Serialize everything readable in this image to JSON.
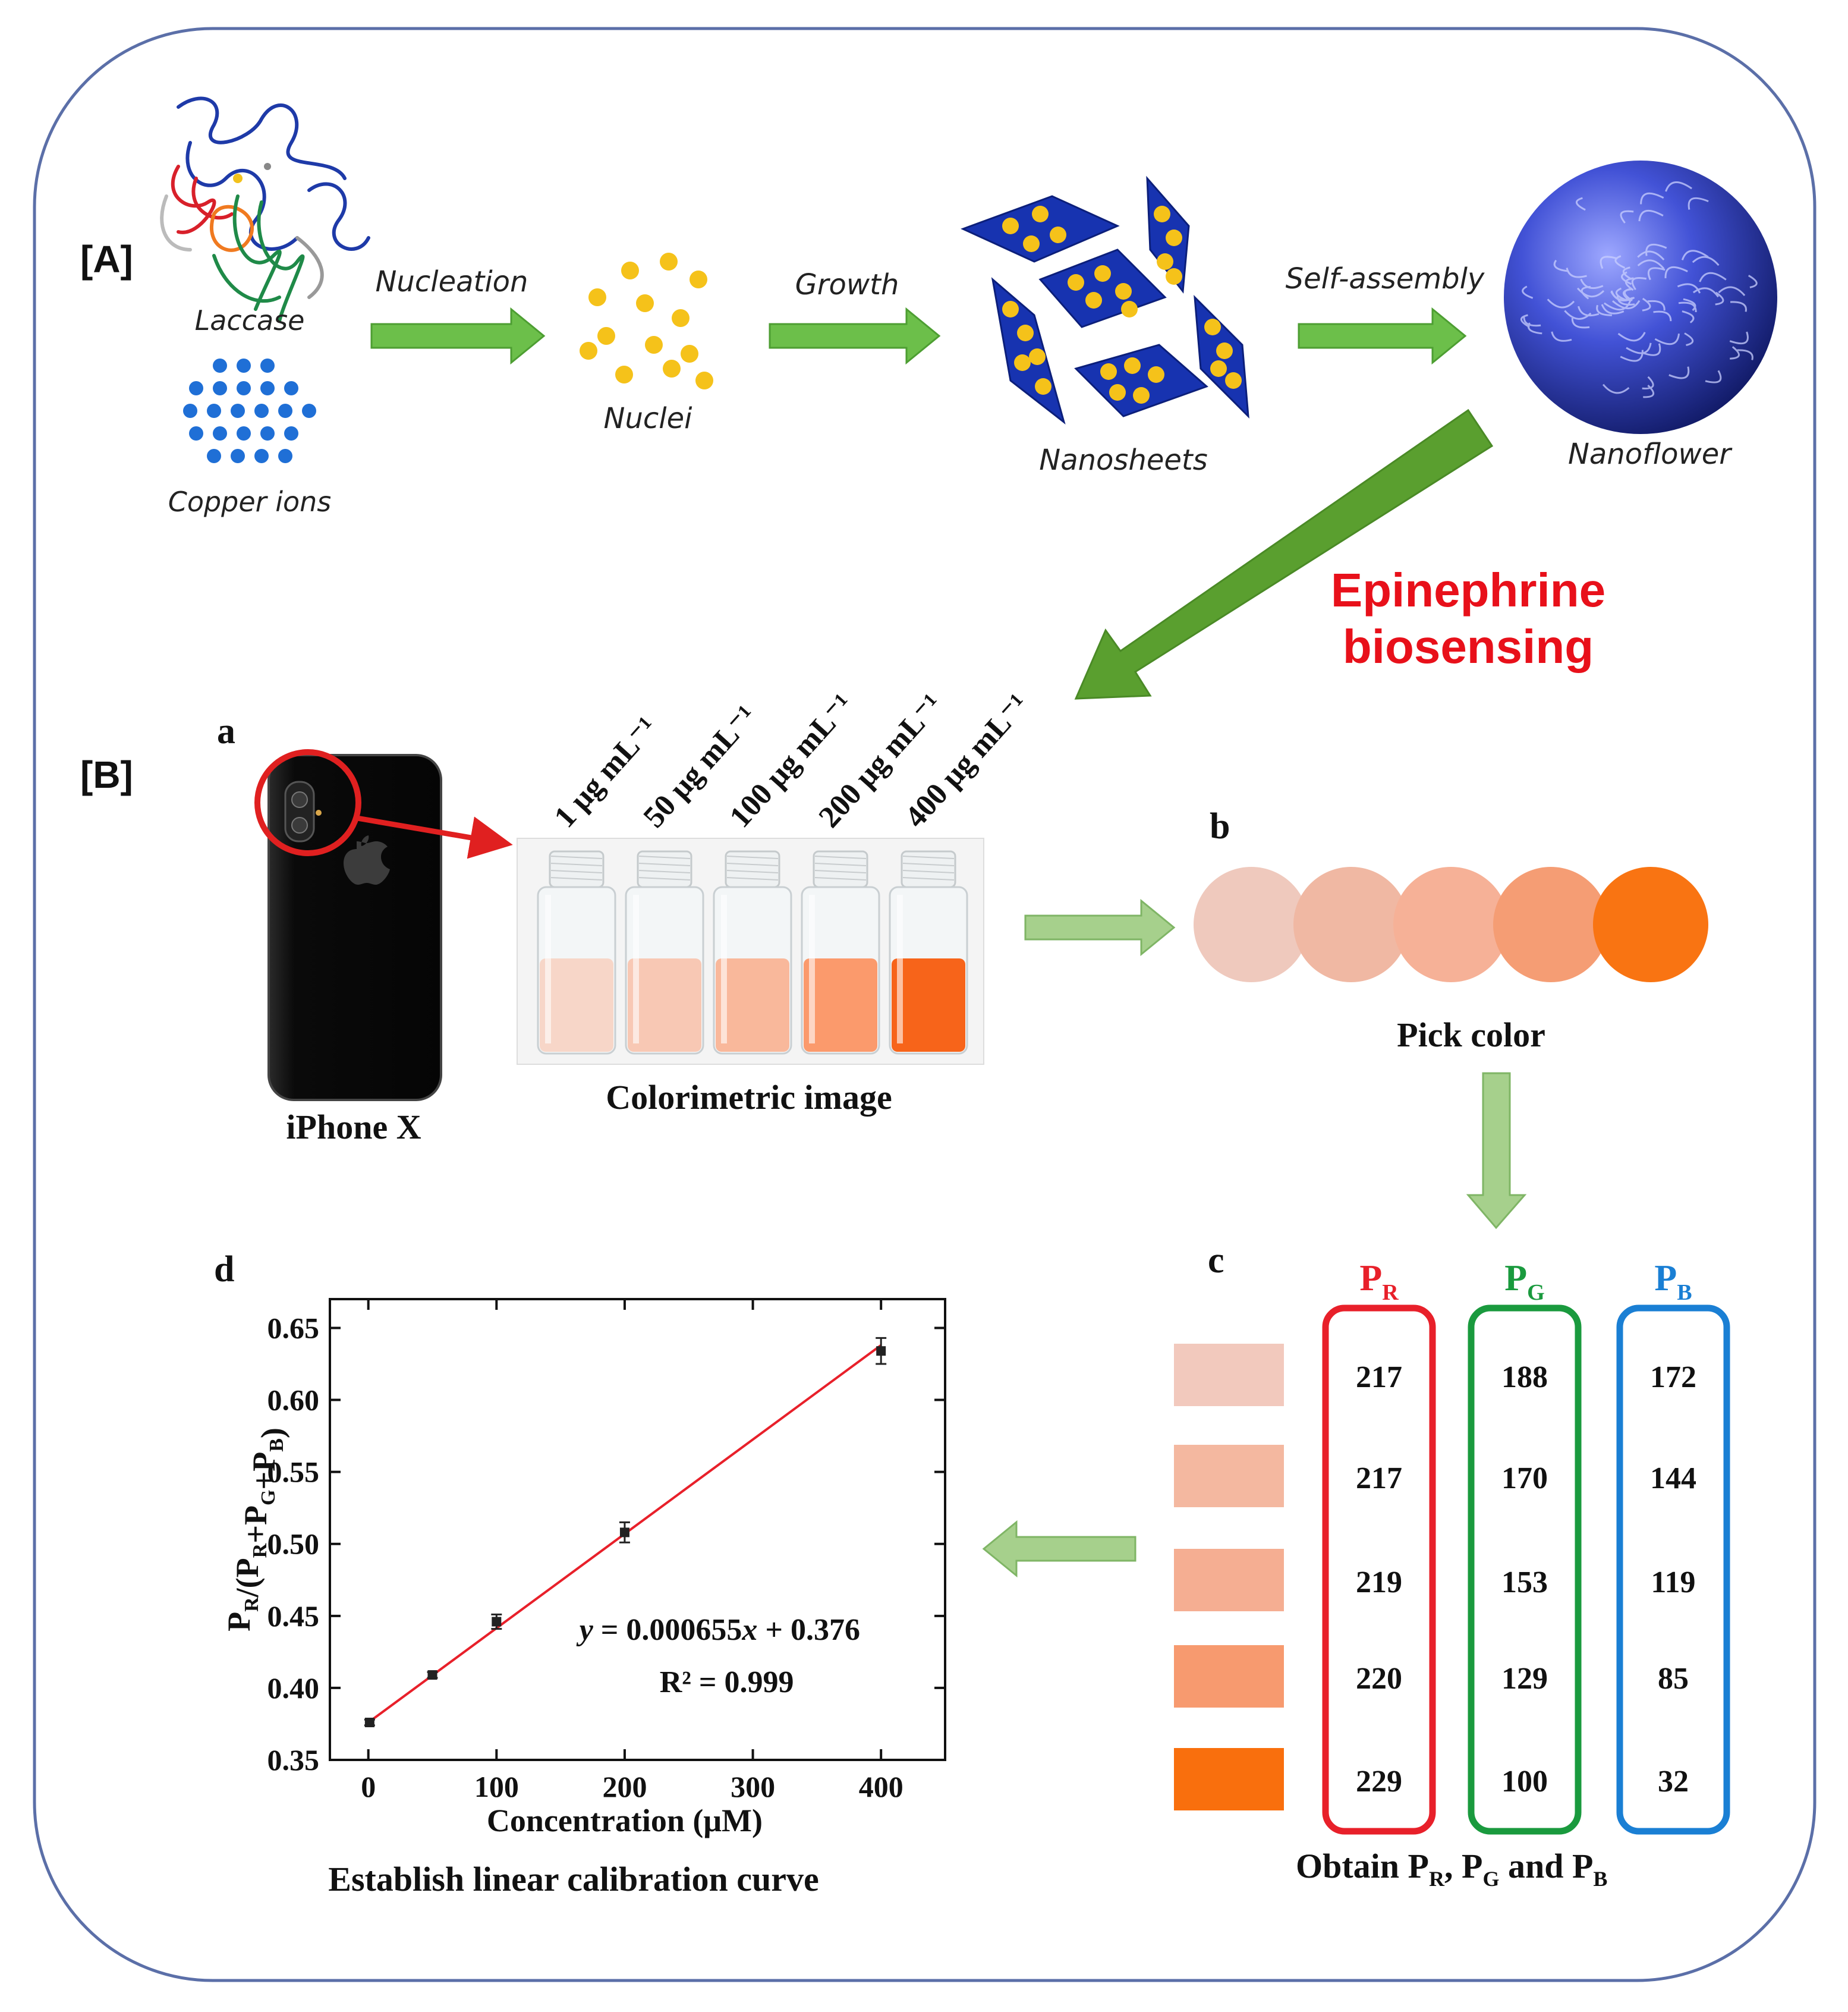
{
  "panel_A": {
    "tag": "[A]",
    "laccase_label": "Laccase",
    "copper_label": "Copper ions",
    "nucleation_label": "Nucleation",
    "nuclei_label": "Nuclei",
    "growth_label": "Growth",
    "nanosheets_label": "Nanosheets",
    "selfassembly_label": "Self-assembly",
    "nanoflower_label": "Nanoflower",
    "biosensing_line1": "Epinephrine",
    "biosensing_line2": "biosensing"
  },
  "panel_B": {
    "tag": "[B]",
    "a_letter": "a",
    "phone_label": "iPhone X",
    "vial_labels": [
      "1 μg mL⁻¹",
      "50 μg mL⁻¹",
      "100 μg mL⁻¹",
      "200 μg mL⁻¹",
      "400 μg mL⁻¹"
    ],
    "vial_colors": [
      "#f7d6c8",
      "#f8c8b4",
      "#f9b89b",
      "#fb9a6c",
      "#f7641a"
    ],
    "colorimetric_label": "Colorimetric image",
    "b_letter": "b",
    "swatch_colors": [
      "#efc9bd",
      "#f0b8a3",
      "#f6b197",
      "#f59d74",
      "#f97412"
    ],
    "pick_color_label": "Pick color",
    "c_letter": "c",
    "table_swatch_colors": [
      "#f2c9bd",
      "#f4b8a0",
      "#f5ae92",
      "#f79a6f",
      "#f96f0d"
    ],
    "col_R": {
      "main": "P",
      "sub": "R",
      "color": "#e8202a",
      "values": [
        "217",
        "217",
        "219",
        "220",
        "229"
      ]
    },
    "col_G": {
      "main": "P",
      "sub": "G",
      "color": "#1a9a3e",
      "values": [
        "188",
        "170",
        "153",
        "129",
        "100"
      ]
    },
    "col_B": {
      "main": "P",
      "sub": "B",
      "color": "#1a7fd4",
      "values": [
        "172",
        "144",
        "119",
        "85",
        "32"
      ]
    },
    "obtain_main": "Obtain P",
    "obtain_subR": "R",
    "obtain_mid1": ", P",
    "obtain_subG": "G",
    "obtain_mid2": " and P",
    "obtain_subB": "B",
    "d_letter": "d",
    "establish_label": "Establish linear calibration curve"
  },
  "chart_data": {
    "type": "scatter",
    "xlabel": "Concentration (μM)",
    "ylabel": "P_R/(P_R+P_G+P_B)",
    "xlim": [
      -30,
      450
    ],
    "ylim": [
      0.35,
      0.67
    ],
    "xticks": [
      0,
      100,
      200,
      300,
      400
    ],
    "yticks": [
      0.35,
      0.4,
      0.45,
      0.5,
      0.55,
      0.6,
      0.65
    ],
    "ytick_labels": [
      "0.35",
      "0.40",
      "0.45",
      "0.50",
      "0.55",
      "0.60",
      "0.65"
    ],
    "points": [
      {
        "x": 1,
        "y": 0.376,
        "err": 0.002
      },
      {
        "x": 50,
        "y": 0.409,
        "err": 0.002
      },
      {
        "x": 100,
        "y": 0.446,
        "err": 0.005
      },
      {
        "x": 200,
        "y": 0.508,
        "err": 0.007
      },
      {
        "x": 400,
        "y": 0.634,
        "err": 0.009
      }
    ],
    "fit": {
      "slope": 0.000655,
      "intercept": 0.376,
      "x_range": [
        0,
        400
      ]
    },
    "equation_y": "y",
    "equation_rest": " = 0.000655",
    "equation_x": "x",
    "equation_end": " + 0.376",
    "r2_label": "R² = 0.999",
    "point_color": "#222222",
    "line_color": "#e8202a"
  }
}
